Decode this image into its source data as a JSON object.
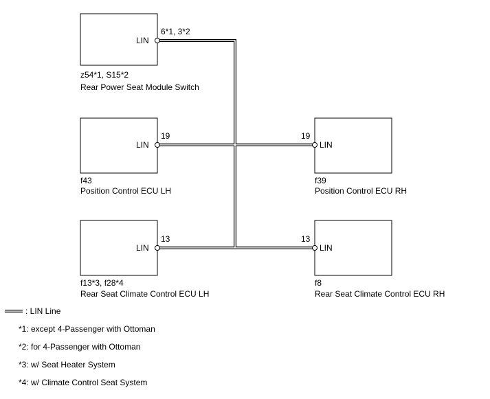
{
  "signal_label": "LIN",
  "components": {
    "switch": {
      "pin": "6*1, 3*2",
      "connector": "z54*1, S15*2",
      "name": "Rear Power Seat Module Switch"
    },
    "pos_lh": {
      "pin": "19",
      "connector": "f43",
      "name": "Position Control ECU LH"
    },
    "pos_rh": {
      "pin": "19",
      "connector": "f39",
      "name": "Position Control ECU RH"
    },
    "clim_lh": {
      "pin": "13",
      "connector": "f13*3, f28*4",
      "name": "Rear Seat Climate Control ECU LH"
    },
    "clim_rh": {
      "pin": "13",
      "connector": "f8",
      "name": "Rear Seat Climate Control ECU RH"
    }
  },
  "legend": {
    "line_label": ": LIN Line",
    "notes": [
      "*1: except 4-Passenger with Ottoman",
      "*2: for 4-Passenger with Ottoman",
      "*3: w/ Seat Heater System",
      "*4: w/ Climate Control Seat System"
    ]
  }
}
